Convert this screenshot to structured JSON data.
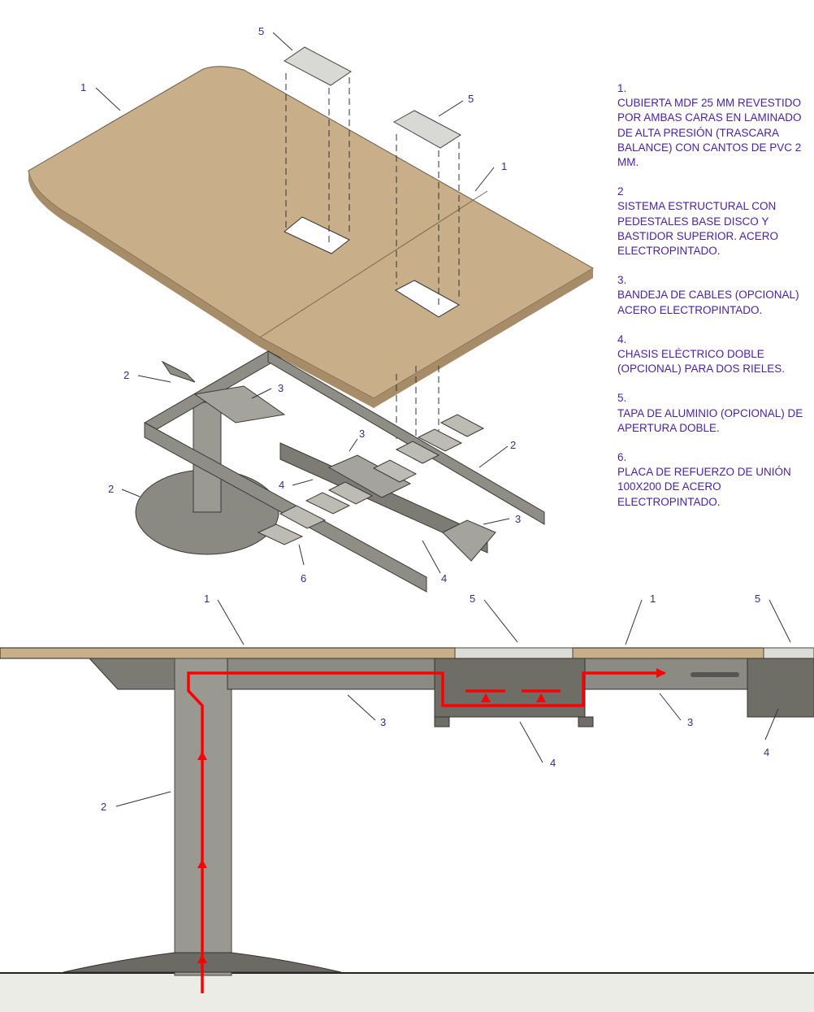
{
  "colors": {
    "wood": "#c9ae8a",
    "steel": "#8f8e86",
    "steel_dark": "#5f5e58",
    "label": "#3b2a8c",
    "cable": "#ff0000",
    "floor": "#ecece6"
  },
  "legend": [
    {
      "num": "1.",
      "text": "CUBIERTA MDF 25 MM REVESTIDO POR AMBAS CARAS EN LAMINADO DE ALTA PRESIÓN (TRASCARA BALANCE) CON CANTOS DE PVC 2 MM."
    },
    {
      "num": "2",
      "text": "SISTEMA ESTRUCTURAL CON PEDESTALES BASE DISCO Y BASTIDOR SUPERIOR. ACERO ELECTROPINTADO."
    },
    {
      "num": "3.",
      "text": "BANDEJA DE CABLES (OPCIONAL) ACERO ELECTROPINTADO."
    },
    {
      "num": "4.",
      "text": "CHASIS ELÉCTRICO DOBLE (OPCIONAL) PARA DOS RIELES."
    },
    {
      "num": "5.",
      "text": "TAPA DE ALUMINIO (OPCIONAL) DE APERTURA DOBLE."
    },
    {
      "num": "6.",
      "text": "PLACA DE REFUERZO DE UNIÓN 100X200 DE ACERO ELECTROPINTADO."
    }
  ],
  "exploded_callouts": [
    "5",
    "1",
    "5",
    "1",
    "2",
    "3",
    "3",
    "2",
    "2",
    "4",
    "3",
    "6",
    "4"
  ],
  "section_callouts": [
    "1",
    "5",
    "1",
    "5",
    "3",
    "3",
    "4",
    "4",
    "2"
  ]
}
